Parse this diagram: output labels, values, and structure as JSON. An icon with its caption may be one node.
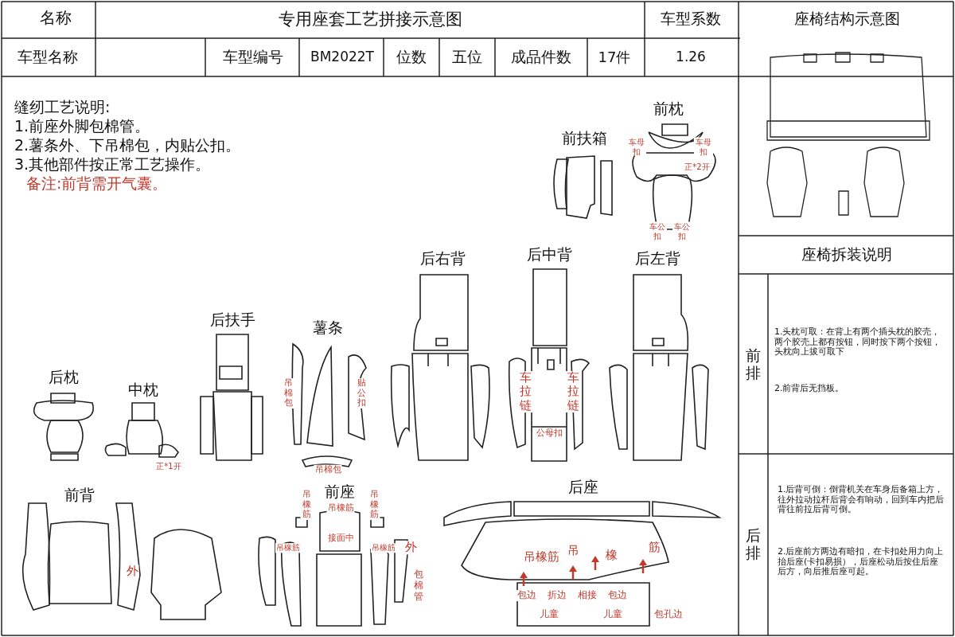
{
  "diagram": {
    "title": "专用座套工艺拼接示意图",
    "labels": [
      "名称",
      "车型系数",
      "座椅结构示意图",
      "车型名称",
      "车型编号",
      "BM2022T",
      "位数",
      "五位",
      "成品件数",
      "17件",
      "1.26",
      "缝纫工艺说明:",
      "1.前座外脚包棉管。",
      "2.薯条外、下吊棉包，内贴公扣。",
      "3.其他部件按正常工艺操作。",
      "备注:前背需开气囊。",
      "前扶箱",
      "前枕",
      "车母扣",
      "车母扣",
      "正*2开",
      "车公扣",
      "车公扣",
      "座椅拆装说明",
      "前排",
      "1.头枕可取：在背上有两个插头枕的胶壳，两个胶壳上都有按钮，同时按下两个按钮，头枕向上拔可取下",
      "2.前背后无挡板。",
      "后右背",
      "后中背",
      "后左背",
      "车拉链",
      "车拉链",
      "公母扣",
      "后扶手",
      "薯条",
      "吊棉包",
      "贴公扣",
      "吊棉包",
      "后枕",
      "中枕",
      "正*1开",
      "前背",
      "外",
      "前座",
      "吊橡筋",
      "吊橡筋",
      "吊橡筋",
      "吊橡筋",
      "接面中",
      "吊橡筋",
      "外",
      "包棉管",
      "后座",
      "吊橡筋",
      "吊",
      "橡",
      "筋",
      "包边",
      "折边",
      "相接",
      "包边",
      "儿童",
      "儿童",
      "包孔边",
      "后排",
      "1.后背可倒：倒背机关在车身后备箱上方，往外拉动拉杆后背会有响动，回到车内把后背往前拉后背可倒。",
      "2.后座前方两边有暗扣，在卡扣处用力向上抬后座(卡扣易损），后座松动后按住后座后方，向后推后座可起。"
    ]
  }
}
